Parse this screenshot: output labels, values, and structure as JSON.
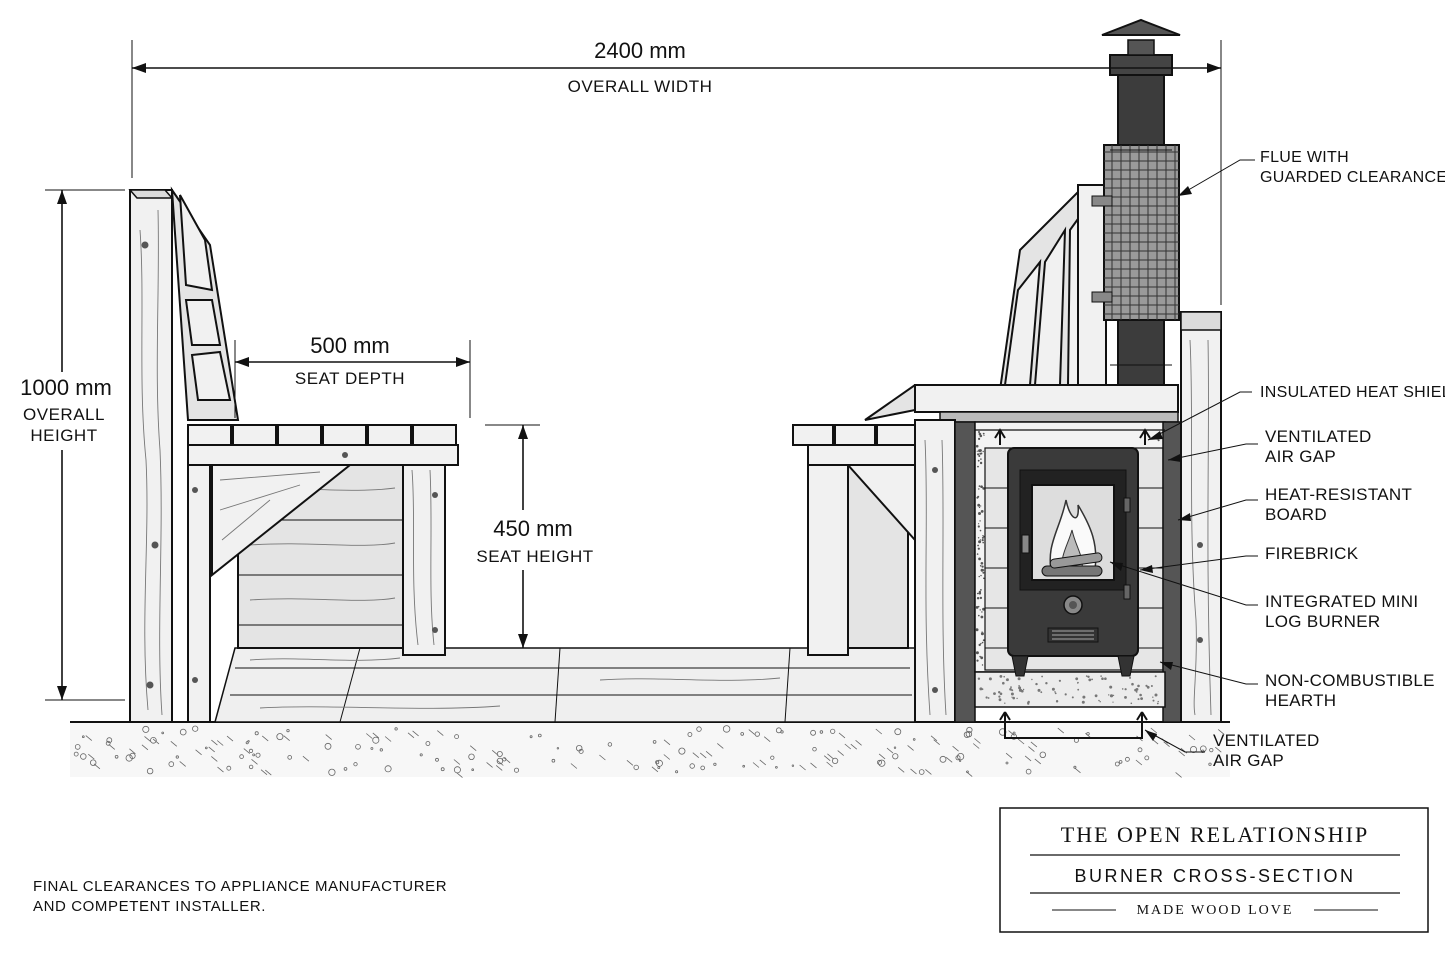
{
  "dimensions": {
    "width": {
      "value": "2400 mm",
      "label": "OVERALL WIDTH"
    },
    "height": {
      "value": "1000 mm",
      "label_line1": "OVERALL",
      "label_line2": "HEIGHT"
    },
    "seat_depth": {
      "value": "500 mm",
      "label": "SEAT DEPTH"
    },
    "seat_height": {
      "value": "450 mm",
      "label": "SEAT HEIGHT"
    }
  },
  "callouts": {
    "flue": [
      "FLUE WITH",
      "GUARDED CLEARANCE"
    ],
    "heat_shield": [
      "INSULATED HEAT SHIELD"
    ],
    "air_gap_top": [
      "VENTILATED",
      "AIR GAP"
    ],
    "board": [
      "HEAT-RESISTANT",
      "BOARD"
    ],
    "firebrick": [
      "FIREBRICK"
    ],
    "burner": [
      "INTEGRATED MINI",
      "LOG BURNER"
    ],
    "hearth": [
      "NON-COMBUSTIBLE",
      "HEARTH"
    ],
    "air_gap_bottom": [
      "VENTILATED",
      "AIR GAP"
    ]
  },
  "note": [
    "FINAL CLEARANCES TO APPLIANCE MANUFACTURER",
    "AND COMPETENT INSTALLER."
  ],
  "title_block": {
    "title": "THE OPEN RELATIONSHIP",
    "subtitle": "BURNER CROSS-SECTION",
    "credit": "MADE WOOD LOVE"
  }
}
